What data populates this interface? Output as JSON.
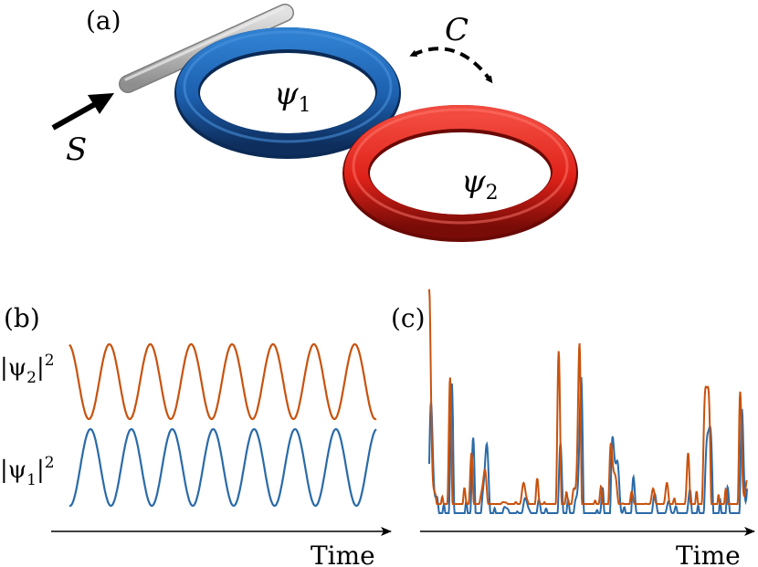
{
  "panel_a": {
    "label": "(a)",
    "ring1_label": "ψ",
    "ring1_sub": "1",
    "ring2_label": "ψ",
    "ring2_sub": "2",
    "source_label": "S",
    "coupling_label": "C",
    "ring1_color": "#1f63b0",
    "ring2_color": "#e0221f",
    "waveguide_color": "#b9b9b9"
  },
  "panel_b": {
    "label": "(b)",
    "ylabel_top": "|ψ",
    "ylabel_top_sub": "2",
    "ylabel_top_tail": "|",
    "ylabel_top_sup": "2",
    "ylabel_bottom": "|ψ",
    "ylabel_bottom_sub": "1",
    "ylabel_bottom_tail": "|",
    "ylabel_bottom_sup": "2",
    "xlabel": "Time"
  },
  "panel_c": {
    "label": "(c)",
    "xlabel": "Time"
  },
  "colors": {
    "psi2": "#c8520e",
    "psi1": "#2a6aa8"
  },
  "chart_data": [
    {
      "type": "line",
      "title": "",
      "xlabel": "Time",
      "ylabel": "",
      "regime": "periodic",
      "series": [
        {
          "name": "|ψ2|²",
          "cycles": 7.5,
          "amplitude": 1.0
        },
        {
          "name": "|ψ1|²",
          "cycles": 7.5,
          "amplitude": 1.0
        }
      ]
    },
    {
      "type": "line",
      "title": "",
      "xlabel": "Time",
      "ylabel": "",
      "regime": "chaotic",
      "series": [
        {
          "name": "|ψ2|²"
        },
        {
          "name": "|ψ1|²"
        }
      ]
    }
  ]
}
